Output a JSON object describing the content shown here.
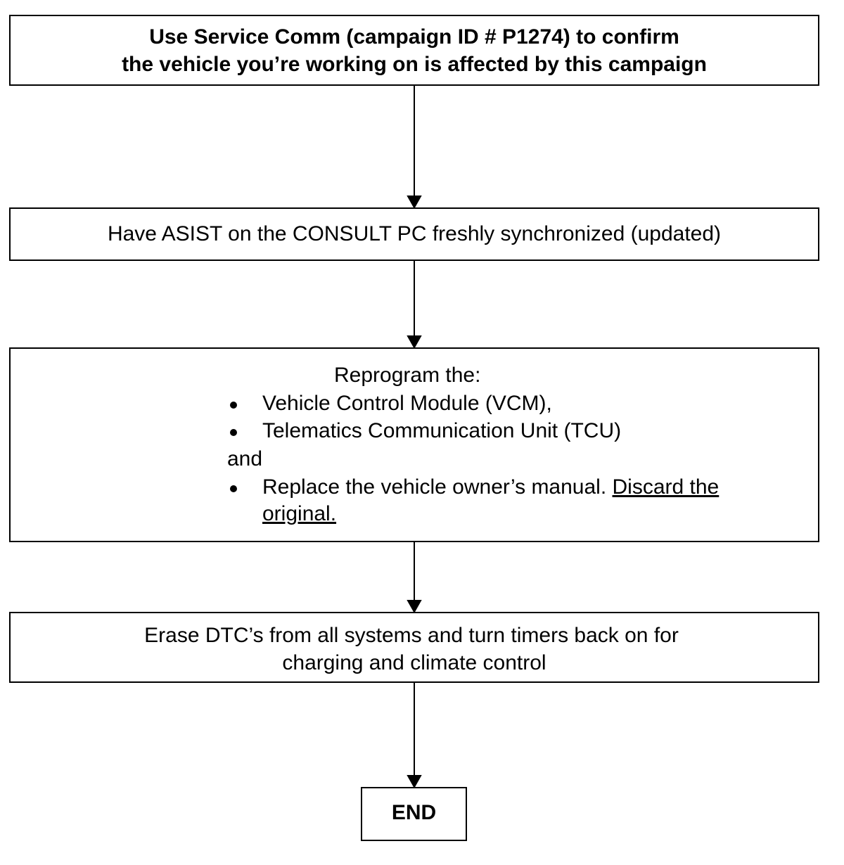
{
  "flowchart": {
    "step1": {
      "line1": "Use Service Comm (campaign ID # P1274) to confirm",
      "line2": "the vehicle you’re working on is affected by this campaign"
    },
    "step2": {
      "text": "Have ASIST on the CONSULT PC freshly synchronized (updated)"
    },
    "step3": {
      "heading": "Reprogram the:",
      "bullet1": "Vehicle Control Module (VCM),",
      "bullet2": "Telematics Communication Unit (TCU)",
      "connector": "and",
      "bullet3_text": "Replace the vehicle owner’s manual. ",
      "bullet3_underline_line1": "Discard the",
      "bullet3_underline_line2": "original."
    },
    "step4": {
      "line1": "Erase DTC’s from all systems and turn timers back on for",
      "line2": "charging and climate control"
    },
    "end": {
      "label": "END"
    }
  }
}
